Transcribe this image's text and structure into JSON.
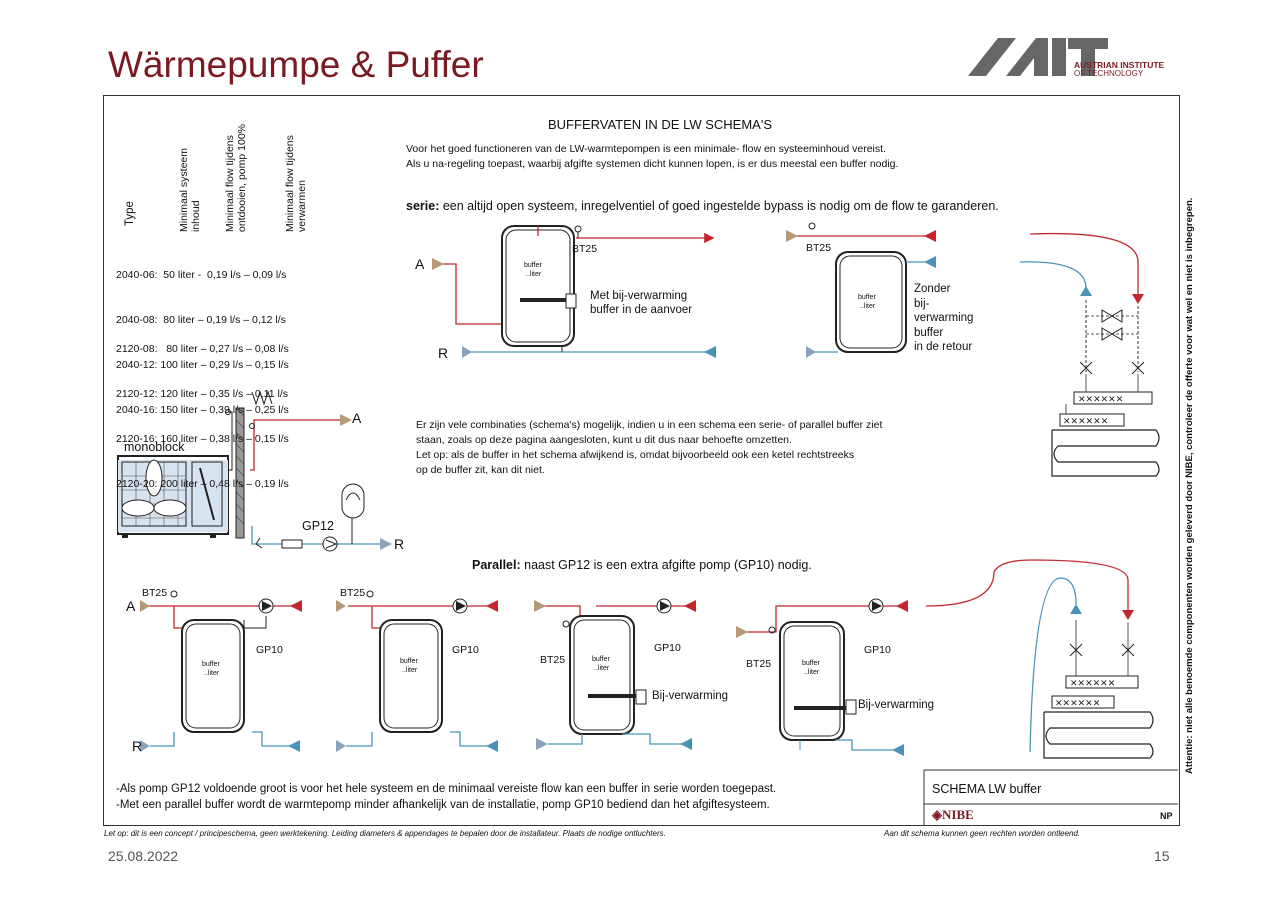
{
  "slide": {
    "title": "Wärmepumpe & Puffer",
    "date": "25.08.2022",
    "page_number": "15"
  },
  "logo": {
    "mark": "AIT",
    "line1": "AUSTRIAN INSTITUTE",
    "line2": "OF TECHNOLOGY"
  },
  "sheet": {
    "heading": "BUFFERVATEN IN DE LW SCHEMA'S",
    "intro1": "Voor het goed functioneren van de LW-warmtepompen is een minimale- flow en systeeminhoud vereist.",
    "intro2": "Als u na-regeling toepast, waarbij afgifte systemen dicht kunnen lopen, is er dus meestal een buffer nodig.",
    "serie_bold": "serie:",
    "serie_text": " een altijd open systeem, inregelventiel of goed ingestelde bypass is nodig om de flow te garanderen.",
    "table_headers": [
      "Type",
      "Minimaal systeem inhoud",
      "Minimaal flow tijdens ontdooien, pomp 100%",
      "Minimaal flow tijdens verwarmen"
    ],
    "table_rows_a": [
      "2040-06:  50 liter -  0,19 l/s – 0,09 l/s",
      "2040-08:  80 liter – 0,19 l/s – 0,12 l/s",
      "2040-12: 100 liter – 0,29 l/s – 0,15 l/s",
      "2040-16: 150 liter – 0,39 l/s – 0,25 l/s"
    ],
    "table_rows_b": [
      "2120-08:   80 liter – 0,27 l/s – 0,08 l/s",
      "2120-12: 120 liter – 0,35 l/s – 0,11 l/s",
      "2120-16: 160 liter – 0,38 l/s – 0,15 l/s",
      "2120-20: 200 liter – 0,48 l/s – 0,19 l/s"
    ],
    "label_A": "A",
    "label_R": "R",
    "label_BT25": "BT25",
    "label_buffer": "buffer",
    "label_liter": "..liter",
    "serie_left_note1": "Met bij-verwarming",
    "serie_left_note2": "buffer in de aanvoer",
    "serie_right_note": [
      "Zonder",
      "bij-",
      "verwarming",
      "buffer",
      "in de retour"
    ],
    "monoblock": "monoblock",
    "gp12": "GP12",
    "gp10": "GP10",
    "combo1": "Er zijn vele combinaties (schema's) mogelijk, indien u in een schema een serie- of parallel buffer ziet",
    "combo2": "staan, zoals op deze pagina aangesloten, kunt u dit dus naar behoefte omzetten.",
    "combo3": "Let op: als de buffer in het schema afwijkend is, omdat bijvoorbeeld ook een ketel rechtstreeks",
    "combo4": "op de buffer zit, kan dit niet.",
    "parallel_bold": "Parallel:",
    "parallel_text": " naast GP12 is een extra afgifte pomp (GP10) nodig.",
    "bijverwarming": "Bij-verwarming",
    "bottom1": "-Als pomp GP12 voldoende groot is voor het hele systeem en de minimaal vereiste flow kan een buffer in serie worden toegepast.",
    "bottom2": "-Met een parallel buffer wordt de warmtepomp minder afhankelijk van de installatie, pomp GP10 bediend dan het afgiftesysteem.",
    "schema_box": "SCHEMA LW buffer",
    "nibe": "NIBE",
    "np": "NP",
    "side_note": "Attentie: niet alle benoemde componenten worden geleverd door NIBE, controleer de offerte voor wat wel en niet is inbegrepen.",
    "footnote_left": "Let op: dit is een concept / principeschema, geen werktekening. Leiding diameters & appendages te bepalen door de installateur. Plaats de nodige ontluchters.",
    "footnote_right": "Aan dit schema kunnen geen rechten worden ontleend."
  },
  "colors": {
    "title": "#7a1a22",
    "supply": "#c4262e",
    "return": "#4a93b8",
    "logo": "#555555"
  }
}
